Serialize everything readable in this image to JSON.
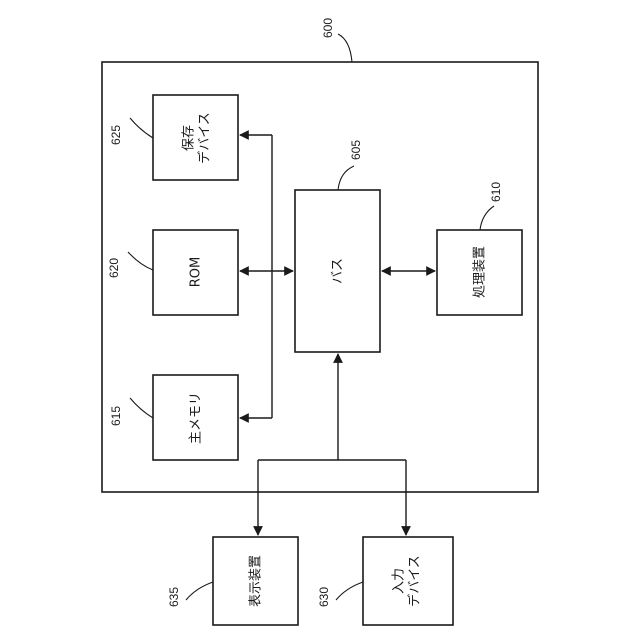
{
  "system": {
    "ref": "600"
  },
  "blocks": {
    "storage": {
      "line1": "保存",
      "line2": "デバイス",
      "ref": "625"
    },
    "rom": {
      "label": "ROM",
      "ref": "620"
    },
    "memory": {
      "label": "主メモリ",
      "ref": "615"
    },
    "bus": {
      "label": "バス",
      "ref": "605"
    },
    "processor": {
      "label": "処理装置",
      "ref": "610"
    },
    "display": {
      "label": "表示装置",
      "ref": "635"
    },
    "input": {
      "line1": "入力",
      "line2": "デバイス",
      "ref": "630"
    }
  }
}
